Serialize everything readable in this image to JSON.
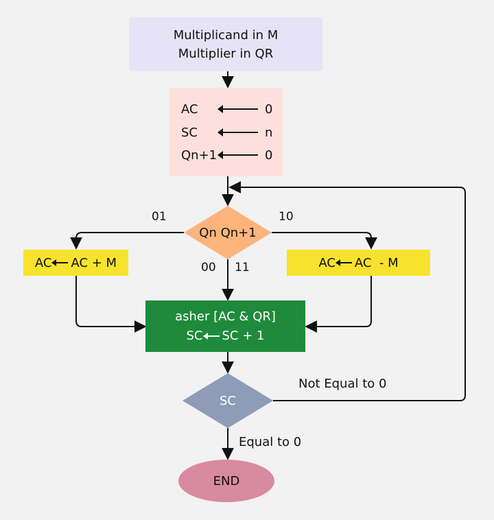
{
  "start": {
    "line1": "Multiplicand in M",
    "line2": "Multiplier in QR"
  },
  "init": {
    "rows": [
      {
        "name": "AC",
        "value": "0"
      },
      {
        "name": "SC",
        "value": "n"
      },
      {
        "name": "Qn+1",
        "value": "0"
      }
    ]
  },
  "decision1": {
    "text": "Qn Qn+1",
    "label_left": "01",
    "label_right": "10",
    "label_down_left": "00",
    "label_down_right": "11"
  },
  "add_box": {
    "lhs": "AC",
    "rhs": "AC + M"
  },
  "sub_box": {
    "lhs": "AC",
    "rhs": "AC  - M"
  },
  "shift_box": {
    "line1": "asher [AC & QR]",
    "lhs": "SC",
    "rhs": "SC + 1"
  },
  "decision2": {
    "text": "SC",
    "not_equal_label": "Not Equal to 0",
    "equal_label": "Equal to 0"
  },
  "end": {
    "text": "END"
  },
  "colors": {
    "start_fill": "#e6e3f6",
    "init_fill": "#fde0dc",
    "decision1_fill": "#fdb47c",
    "op_fill": "#f7e32d",
    "shift_fill": "#1f8a3c",
    "decision2_fill": "#8e9cb8",
    "end_fill": "#d98a9e"
  }
}
